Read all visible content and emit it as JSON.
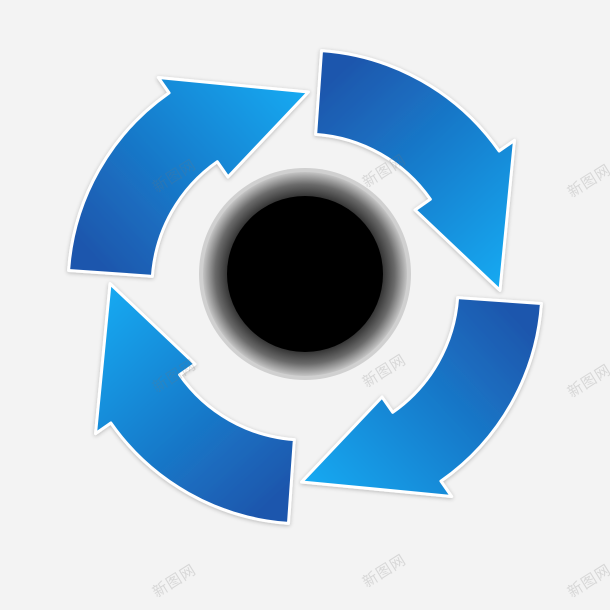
{
  "colors": {
    "background": "#f3f3f3",
    "arrow_light": "#12aaf2",
    "arrow_dark": "#1d57ad",
    "arrow_outline": "#ffffff",
    "center_core": "#000000",
    "center_rim_light": "#c4c4c4",
    "center_rim_dark": "#3a3a3a"
  },
  "diagram": {
    "type": "cycle",
    "arrow_count": 4,
    "direction": "clockwise",
    "arrow_icon": "curved-arrow-icon",
    "center_icon": "black-circle-icon"
  },
  "watermark": {
    "text": "新图网"
  }
}
